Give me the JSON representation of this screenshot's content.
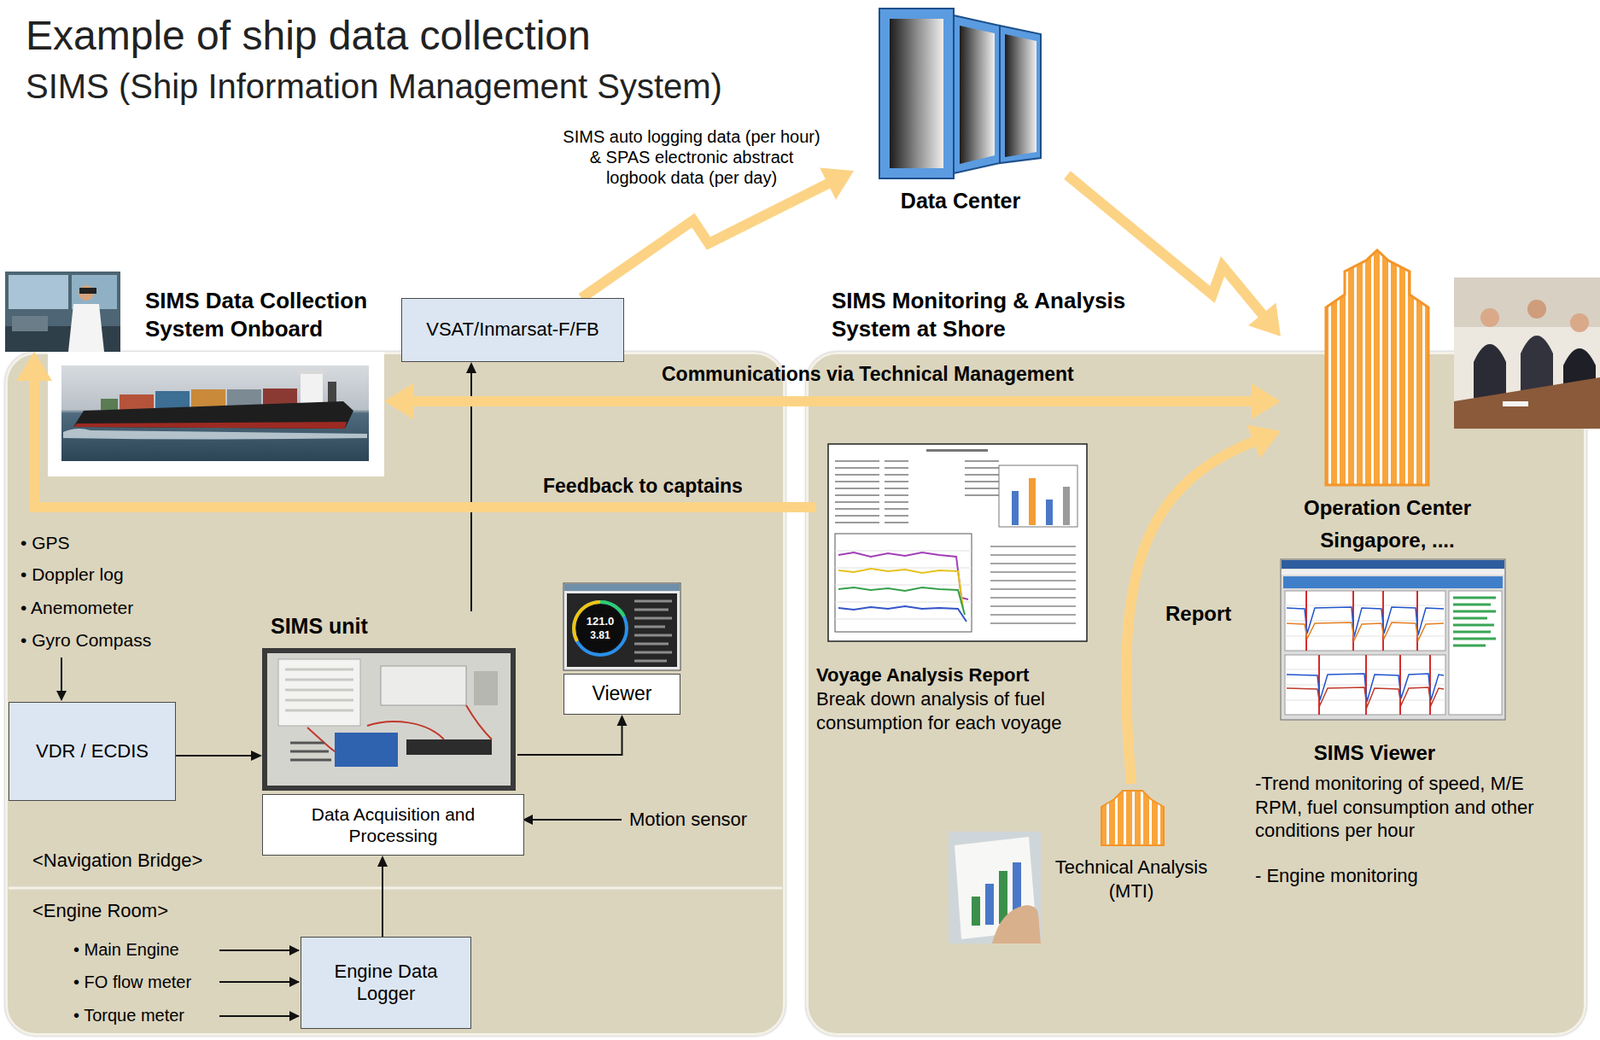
{
  "diagram": {
    "title": "Example of ship data collection",
    "nodes": [
      {
        "text": [
          "SIMS Data Collection System Onboard"
        ]
      },
      {
        "text": [
          "SIMS Monitoring & Analysis System at Shore"
        ]
      },
      {
        "text": [
          "VSAT/Inmarsat-F/FB"
        ]
      },
      {
        "text": [
          "Data Center"
        ]
      },
      {
        "text": [
          "VDR / ECDIS"
        ],
        "in": 0
      },
      {
        "text": [
          "SIMS unit"
        ],
        "in": 0
      },
      {
        "text": [
          "Data Acquisition and Processing"
        ],
        "in": 0
      },
      {
        "text": [
          "Viewer"
        ],
        "in": 0
      },
      {
        "text": [
          "Engine Data Logger"
        ],
        "in": 0
      },
      {
        "text": [
          "Voyage Analysis Report",
          "Break down analysis of fuel consumption for each voyage"
        ],
        "in": 1
      },
      {
        "text": [
          "Operation Center",
          "Singapore, ...."
        ],
        "in": 1
      },
      {
        "text": [
          "SIMS Viewer",
          "-Trend monitoring of speed, M/E RPM, fuel consumption and other conditions per hour",
          "- Engine monitoring"
        ],
        "in": 1
      },
      {
        "text": [
          "Technical Analysis (MTI)"
        ],
        "in": 1
      }
    ],
    "edges": [
      {
        "from": 4,
        "to": 5,
        "arrow": "to"
      },
      {
        "from": 8,
        "to": 6,
        "arrow": "to"
      },
      {
        "from": 5,
        "to": 7,
        "arrow": "to"
      },
      {
        "from": 5,
        "to": 2,
        "arrow": "to"
      },
      {
        "from": 2,
        "to": 3,
        "arrow": "to",
        "label": "SIMS auto logging data (per hour) & SPAS electronic abstract logbook data (per day)"
      },
      {
        "from": 3,
        "to": 10,
        "arrow": "to"
      },
      {
        "from": 0,
        "to": 10,
        "arrow": "both",
        "label": "Communications via Technical Management"
      },
      {
        "from": 9,
        "to": 0,
        "arrow": "to",
        "label": "Feedback to captains"
      },
      {
        "from": 12,
        "to": 10,
        "arrow": "to",
        "label": "Report"
      }
    ],
    "labels": [
      "SIMS (Ship Information Management System)",
      "• GPS",
      "• Doppler log",
      "• Anemometer",
      "• Gyro Compass",
      "Motion sensor",
      "<Navigation Bridge>",
      "<Engine Room>",
      "• Main Engine",
      "• FO flow meter",
      "• Torque meter",
      "121.0",
      "3.81"
    ]
  }
}
